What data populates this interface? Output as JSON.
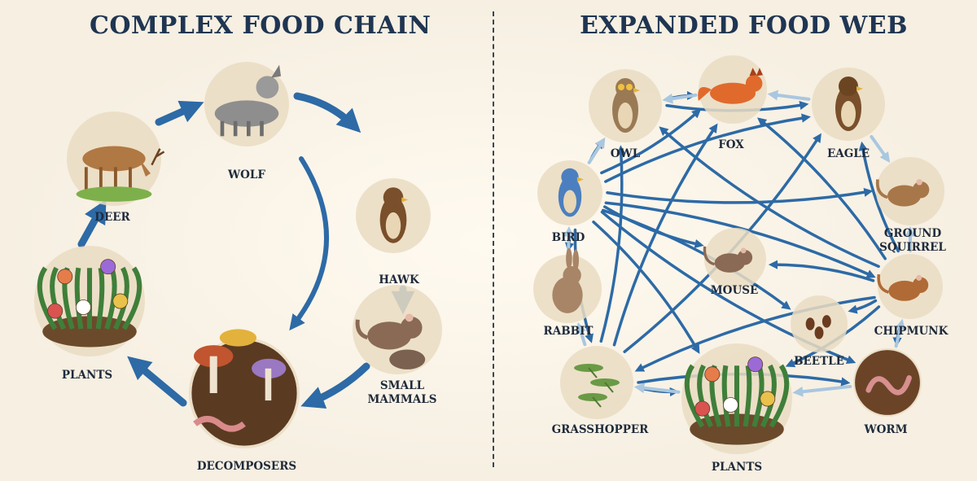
{
  "left_panel": {
    "title": "COMPLEX FOOD CHAIN",
    "nodes": [
      {
        "id": "wolf",
        "label": "WOLF",
        "icon": "wolf-icon"
      },
      {
        "id": "hawk",
        "label": "HAWK",
        "icon": "hawk-icon"
      },
      {
        "id": "small_mammals",
        "label": "SMALL\nMAMMALS",
        "icon": "small-mammals-icon"
      },
      {
        "id": "decomposers",
        "label": "DECOMPOSERS",
        "icon": "decomposers-icon"
      },
      {
        "id": "plants",
        "label": "PLANTS",
        "icon": "plants-icon"
      },
      {
        "id": "deer",
        "label": "DEER",
        "icon": "deer-icon"
      }
    ],
    "cycle_order": [
      "plants",
      "deer",
      "wolf",
      "hawk",
      "small_mammals",
      "decomposers",
      "plants"
    ],
    "extra_links": [
      [
        "wolf",
        "decomposers"
      ]
    ]
  },
  "right_panel": {
    "title": "EXPANDED FOOD WEB",
    "nodes": [
      {
        "id": "owl",
        "label": "OWL",
        "icon": "owl-icon"
      },
      {
        "id": "fox",
        "label": "FOX",
        "icon": "fox-icon"
      },
      {
        "id": "eagle",
        "label": "EAGLE",
        "icon": "eagle-icon"
      },
      {
        "id": "bird",
        "label": "BIRD",
        "icon": "bird-icon"
      },
      {
        "id": "ground_squirrel",
        "label": "GROUND\nSQUIRREL",
        "icon": "ground-squirrel-icon"
      },
      {
        "id": "mouse",
        "label": "MOUSE",
        "icon": "mouse-icon"
      },
      {
        "id": "rabbit",
        "label": "RABBIT",
        "icon": "rabbit-icon"
      },
      {
        "id": "chipmunk",
        "label": "CHIPMUNK",
        "icon": "chipmunk-icon"
      },
      {
        "id": "beetle",
        "label": "BEETLE",
        "icon": "beetle-icon"
      },
      {
        "id": "grasshopper",
        "label": "GRASSHOPPER",
        "icon": "grasshopper-icon"
      },
      {
        "id": "plants",
        "label": "PLANTS",
        "icon": "plants-icon"
      },
      {
        "id": "worm",
        "label": "WORM",
        "icon": "worm-icon"
      }
    ]
  },
  "colors": {
    "background": "#f6efe2",
    "title": "#1f3552",
    "arrow": "#2d6aa6",
    "arrow_light": "#a9c7df",
    "node_circle": "#eadcc2"
  }
}
